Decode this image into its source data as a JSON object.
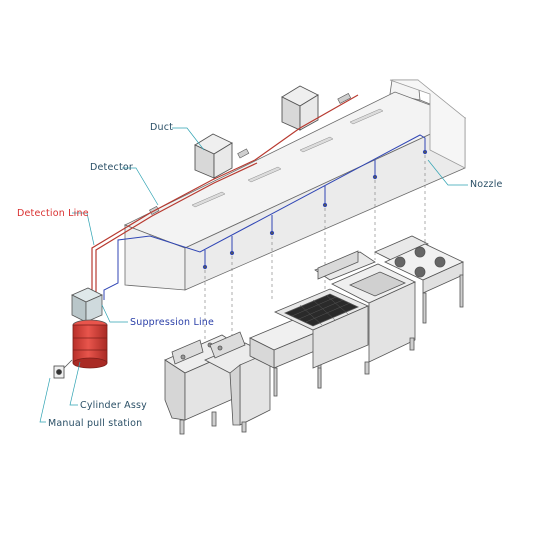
{
  "labels": {
    "duct": "Duct",
    "detector": "Detector",
    "detection_line": "Detection Line",
    "suppression_line": "Suppression Line",
    "nozzle": "Nozzle",
    "cylinder_assy": "Cylinder Assy",
    "manual_pull_station": "Manual pull station"
  },
  "colors": {
    "outline": "#555555",
    "hood_fill": "#f2f2f2",
    "detection_line": "#c0392b",
    "suppression_line": "#3046b5",
    "cylinder": "#d9413a",
    "steel": "#e6e6e6",
    "label_text": "#2a4f66",
    "leader": "#2fa3b3"
  }
}
